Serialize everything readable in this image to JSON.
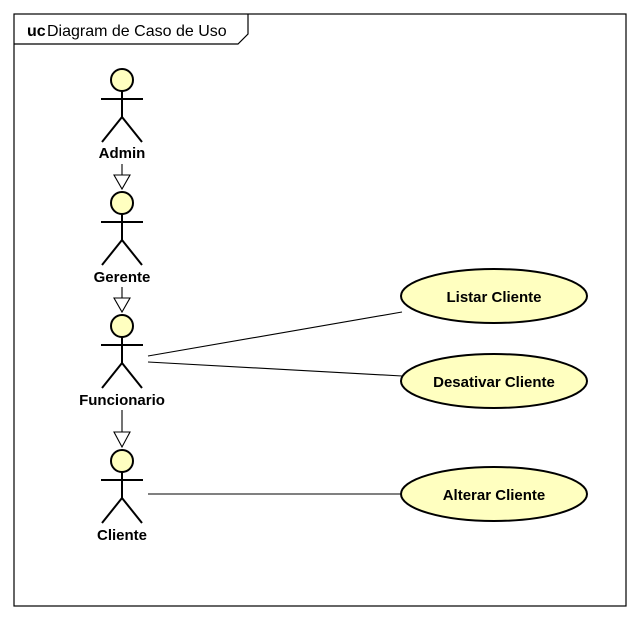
{
  "frame": {
    "keyword": "uc",
    "title": "Diagram de Caso de Uso"
  },
  "actors": [
    {
      "id": "admin",
      "label": "Admin"
    },
    {
      "id": "gerente",
      "label": "Gerente"
    },
    {
      "id": "funcionario",
      "label": "Funcionario"
    },
    {
      "id": "cliente",
      "label": "Cliente"
    }
  ],
  "use_cases": [
    {
      "id": "listar",
      "label": "Listar Cliente"
    },
    {
      "id": "desativar",
      "label": "Desativar Cliente"
    },
    {
      "id": "alterar",
      "label": "Alterar Cliente"
    }
  ],
  "generalizations": [
    {
      "from": "admin",
      "to": "gerente"
    },
    {
      "from": "gerente",
      "to": "funcionario"
    },
    {
      "from": "funcionario",
      "to": "cliente"
    }
  ],
  "associations": [
    {
      "actor": "funcionario",
      "use_case": "listar"
    },
    {
      "actor": "funcionario",
      "use_case": "desativar"
    },
    {
      "actor": "cliente",
      "use_case": "alterar"
    }
  ],
  "colors": {
    "fill": "#ffffc0",
    "stroke": "#000000",
    "frame": "#000000"
  }
}
